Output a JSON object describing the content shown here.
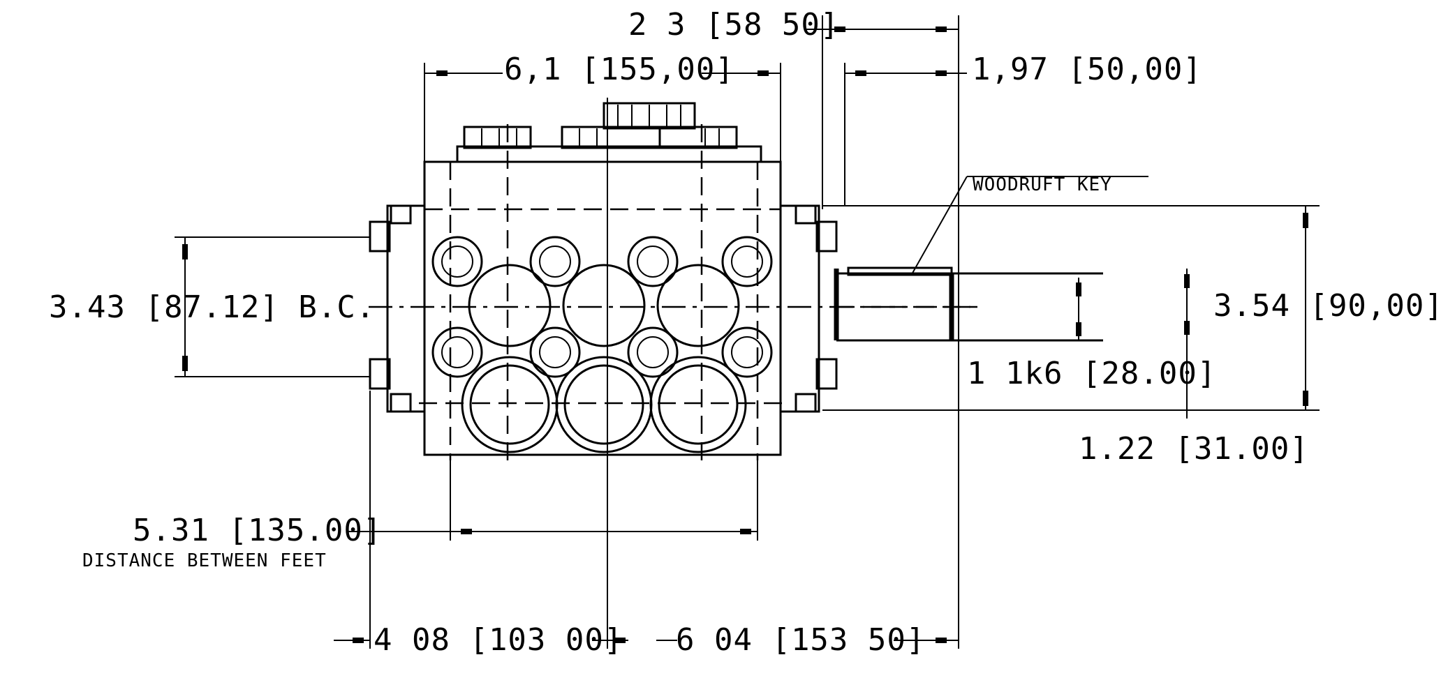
{
  "drawing": {
    "dimensions": {
      "top_2_3": "2 3  [58 50]",
      "width_6_1": "6,1  [155,00]",
      "right_1_97": "1,97  [50,00]",
      "bolt_circle": "3.43  [87.12]  B.C.",
      "shaft_height_3_54": "3.54  [90,00]",
      "shaft_dia_1_1k6": "1 1k6  [28.00]",
      "key_1_22": "1.22  [31.00]",
      "feet_5_31": "5.31  [135.00]",
      "feet_caption": "DISTANCE BETWEEN FEET",
      "bottom_left_4_08": "4 08  [103 00]",
      "bottom_right_6_04": "6 04  [153 50]"
    },
    "labels": {
      "woodruff_key": "WOODRUFT  KEY"
    }
  }
}
